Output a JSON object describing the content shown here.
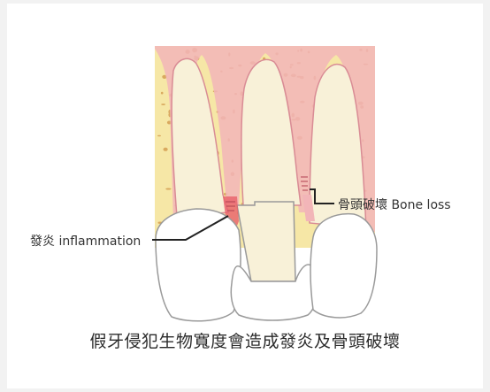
{
  "labels": {
    "inflammation": "發炎 inflammation",
    "bone_loss": "骨頭破壞 Bone loss"
  },
  "caption": "假牙侵犯生物寬度會造成發炎及骨頭破壞",
  "colors": {
    "bone": "#f6e7a6",
    "bone_speckle": "#d9a95e",
    "gum": "#f2b5b8",
    "gum_line": "#d98c95",
    "root": "#f8f1d8",
    "crown": "#ffffff",
    "inflammation": "#e8606a",
    "outline": "#9a9a9a"
  }
}
